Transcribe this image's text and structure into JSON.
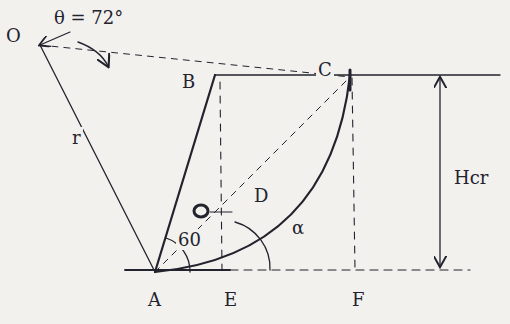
{
  "diagram": {
    "labels": [
      "O",
      "θ = 72°",
      "B",
      "C",
      "r",
      "D",
      "60",
      "α",
      "Hcr",
      "A",
      "E",
      "F"
    ]
  }
}
